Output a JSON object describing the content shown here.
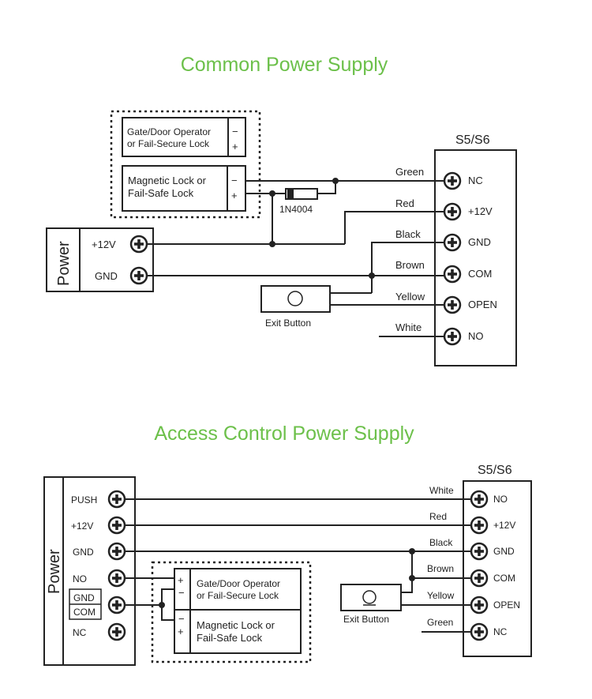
{
  "diagram1": {
    "title": "Common Power Supply",
    "controller": "S5/S6",
    "terminals": [
      "NC",
      "+12V",
      "GND",
      "COM",
      "OPEN",
      "NO"
    ],
    "wires": [
      "Green",
      "Red",
      "Black",
      "Brown",
      "Yellow",
      "White"
    ],
    "lock1": [
      "Gate/Door Operator",
      "or Fail-Secure Lock"
    ],
    "lock2": [
      "Magnetic Lock or",
      "Fail-Safe Lock"
    ],
    "diode": "1N4004",
    "exit_button": "Exit Button",
    "power": "Power",
    "power_terminals": [
      "+12V",
      "GND"
    ],
    "minus": "−",
    "plus": "+"
  },
  "diagram2": {
    "title": "Access Control Power Supply",
    "controller": "S5/S6",
    "terminals": [
      "NO",
      "+12V",
      "GND",
      "COM",
      "OPEN",
      "NC"
    ],
    "wires": [
      "White",
      "Red",
      "Black",
      "Brown",
      "Yellow",
      "Green"
    ],
    "power": "Power",
    "power_terminals": [
      "PUSH",
      "+12V",
      "GND",
      "NO",
      "GND",
      "COM",
      "NC"
    ],
    "lock1": [
      "Gate/Door Operator",
      "or Fail-Secure Lock"
    ],
    "lock2": [
      "Magnetic Lock or",
      "Fail-Safe Lock"
    ],
    "exit_button": "Exit Button",
    "minus": "−",
    "plus": "+"
  }
}
